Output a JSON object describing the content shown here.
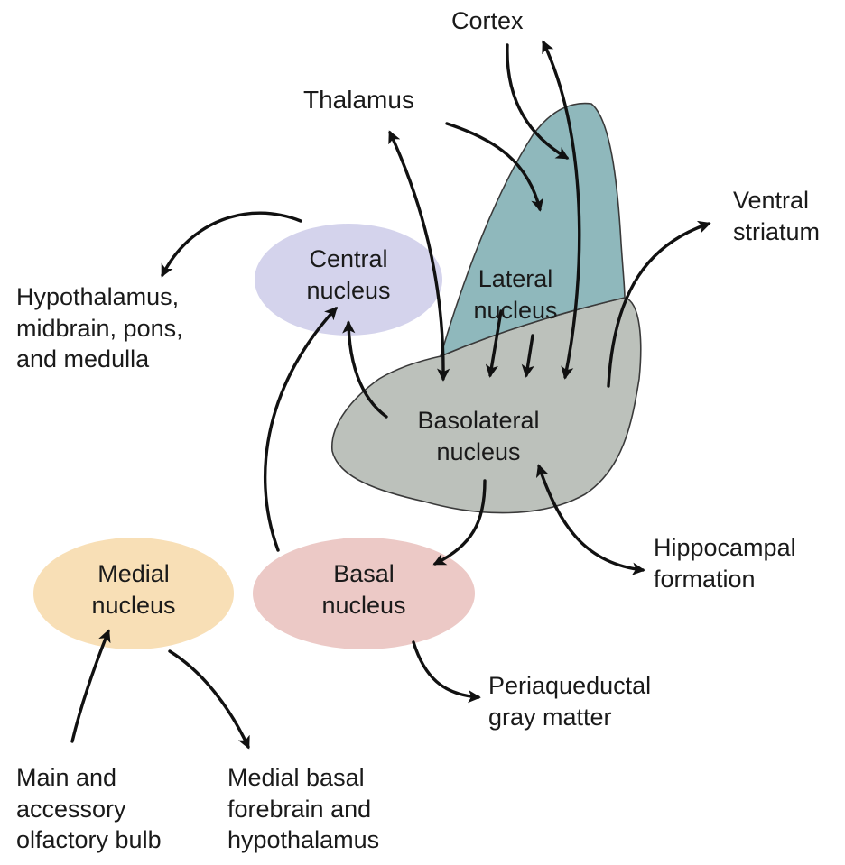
{
  "colors": {
    "lateral_nucleus_fill": "#8fb8bc",
    "basolateral_nucleus_fill": "#bcc1bb",
    "central_nucleus_fill": "#d4d3ec",
    "basal_nucleus_fill": "#ecc9c6",
    "medial_nucleus_fill": "#f8dfb6",
    "outline": "#3a3a3a",
    "arrow": "#111111",
    "text": "#1a1a1a"
  },
  "nuclei": {
    "lateral": "Lateral\nnucleus",
    "basolateral": "Basolateral\nnucleus",
    "central": "Central\nnucleus",
    "basal": "Basal\nnucleus",
    "medial": "Medial\nnucleus"
  },
  "regions": {
    "cortex": "Cortex",
    "thalamus": "Thalamus",
    "ventral_striatum": "Ventral\nstriatum",
    "hypothalamus_midbrain": "Hypothalamus,\nmidbrain, pons,\nand medulla",
    "hippocampal_formation": "Hippocampal\nformation",
    "periaqueductal_gray": "Periaqueductal\ngray matter",
    "olfactory_bulb": "Main and\naccessory\nolfactory bulb",
    "medial_basal_forebrain": "Medial basal\nforebrain and\nhypothalamus"
  },
  "arrow_icon": "arrowhead"
}
